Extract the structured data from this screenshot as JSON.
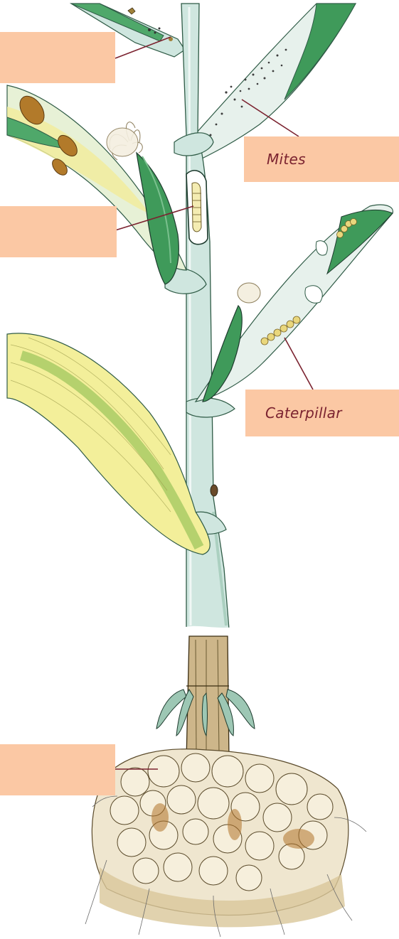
{
  "diagram": {
    "labels": [
      {
        "id": "pest-top-left",
        "text": ""
      },
      {
        "id": "mites",
        "text": "Mites"
      },
      {
        "id": "pest-stem-borer",
        "text": ""
      },
      {
        "id": "caterpillar",
        "text": "Caterpillar"
      },
      {
        "id": "pest-roots",
        "text": ""
      }
    ],
    "colors": {
      "label_fill": "#fbc8a4",
      "label_text": "#7b2330",
      "leader_line": "#7b2330",
      "stem": "#cfe6df",
      "leaf_green": "#3f9a5a",
      "leaf_yellow": "#e8e36a",
      "root_cream": "#efe6cf",
      "soil": "#cbb37a"
    }
  }
}
